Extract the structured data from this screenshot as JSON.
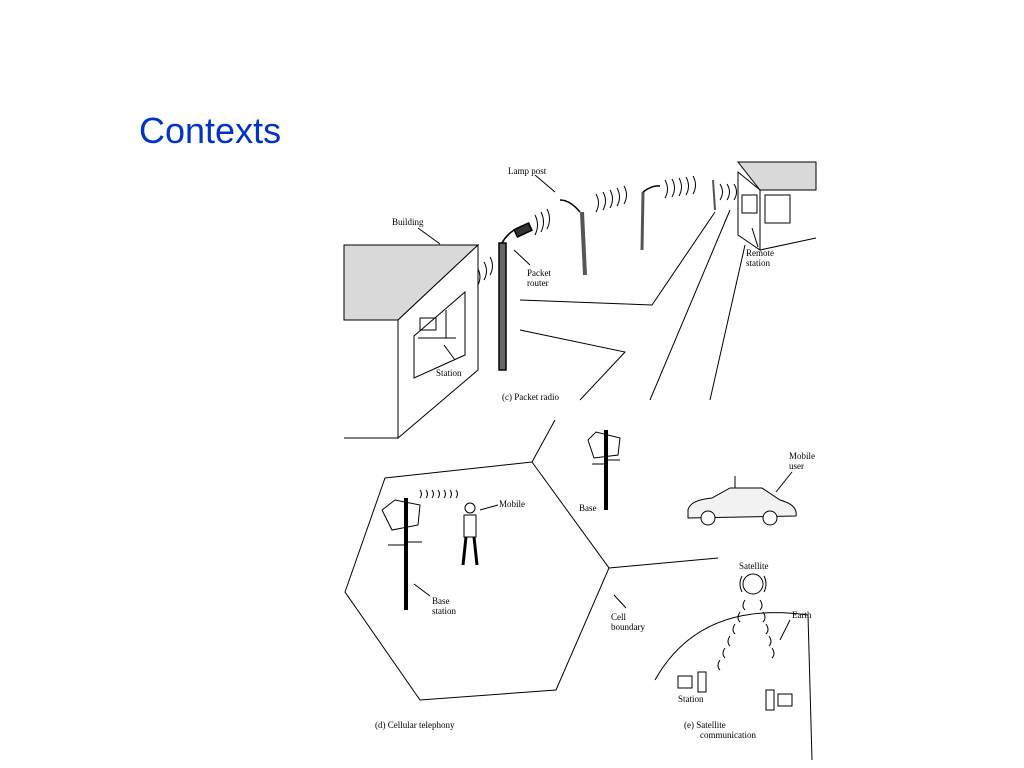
{
  "slide": {
    "title": "Contexts"
  },
  "labels": {
    "lamp_post": "Lamp post",
    "building": "Building",
    "packet_router": [
      "Packet",
      "router"
    ],
    "remote_station": [
      "Remote",
      "station"
    ],
    "station_top": "Station",
    "packet_radio": "(c)  Packet radio",
    "mobile_user": [
      "Mobile",
      "user"
    ],
    "mobile": "Mobile",
    "base": "Base",
    "base_station": [
      "Base",
      "station"
    ],
    "cell_boundary": [
      "Cell",
      "boundary"
    ],
    "satellite": "Satellite",
    "earth": "Earth",
    "station_sat": "Station",
    "cellular": "(d)  Cellular telephony",
    "satellite_comm": [
      "(e)  Satellite",
      "communication"
    ]
  },
  "colors": {
    "title": "#0033cc",
    "line": "#000000"
  }
}
